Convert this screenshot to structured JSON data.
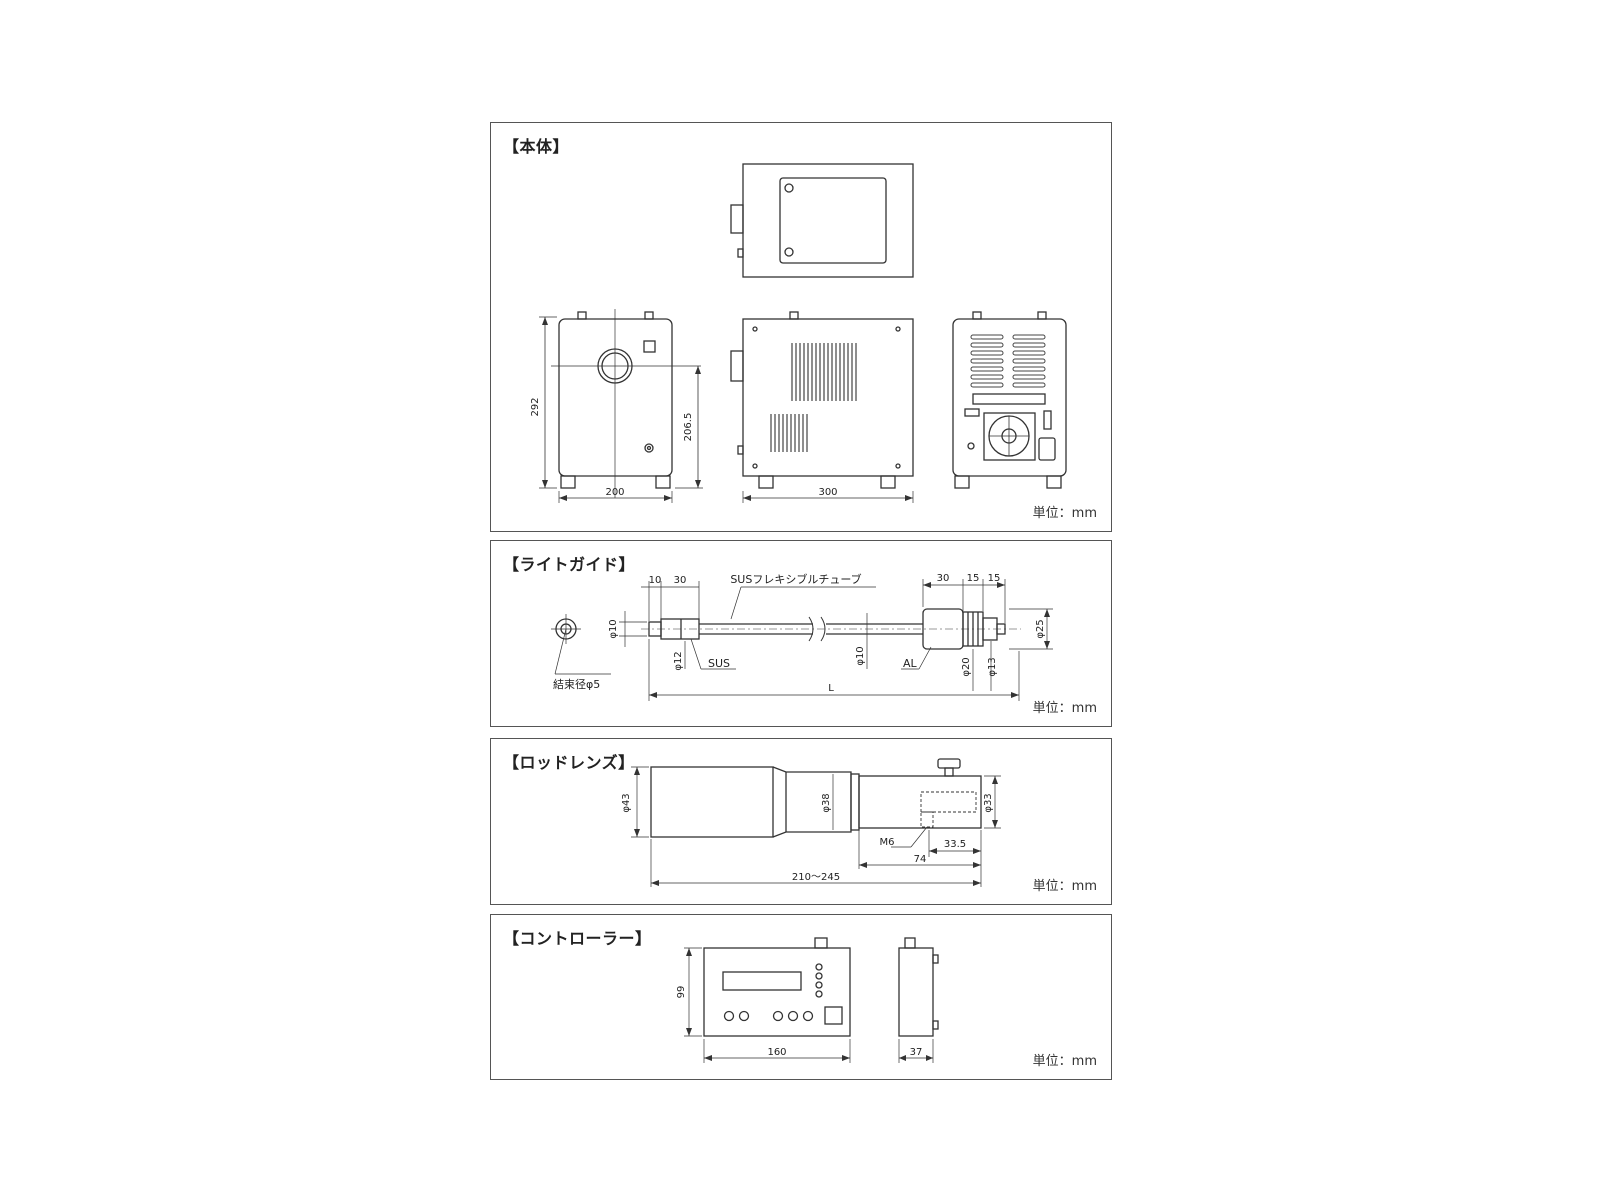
{
  "unit_label": "単位：mm",
  "body_section": {
    "title": "【本体】",
    "dims": {
      "height": "292",
      "axis_height": "206.5",
      "width": "200",
      "depth": "300"
    }
  },
  "light_guide_section": {
    "title": "【ライトガイド】",
    "tube_label": "SUSフレキシブルチューブ",
    "bundle_label": "結束径φ5",
    "dims": {
      "len10": "10",
      "len30_left": "30",
      "len30_right": "30",
      "len15a": "15",
      "len15b": "15",
      "phi10_left": "φ10",
      "phi12": "φ12",
      "phi10_mid": "φ10",
      "phi20": "φ20",
      "phi13": "φ13",
      "phi25": "φ25",
      "total": "L"
    },
    "material_sus": "SUS",
    "material_al": "AL"
  },
  "rod_lens_section": {
    "title": "【ロッドレンズ】",
    "dims": {
      "phi43": "φ43",
      "phi38": "φ38",
      "phi33": "φ33",
      "m6": "M6",
      "d33_5": "33.5",
      "d74": "74",
      "total": "210〜245"
    }
  },
  "controller_section": {
    "title": "【コントローラー】",
    "dims": {
      "height": "99",
      "width": "160",
      "depth": "37"
    }
  }
}
